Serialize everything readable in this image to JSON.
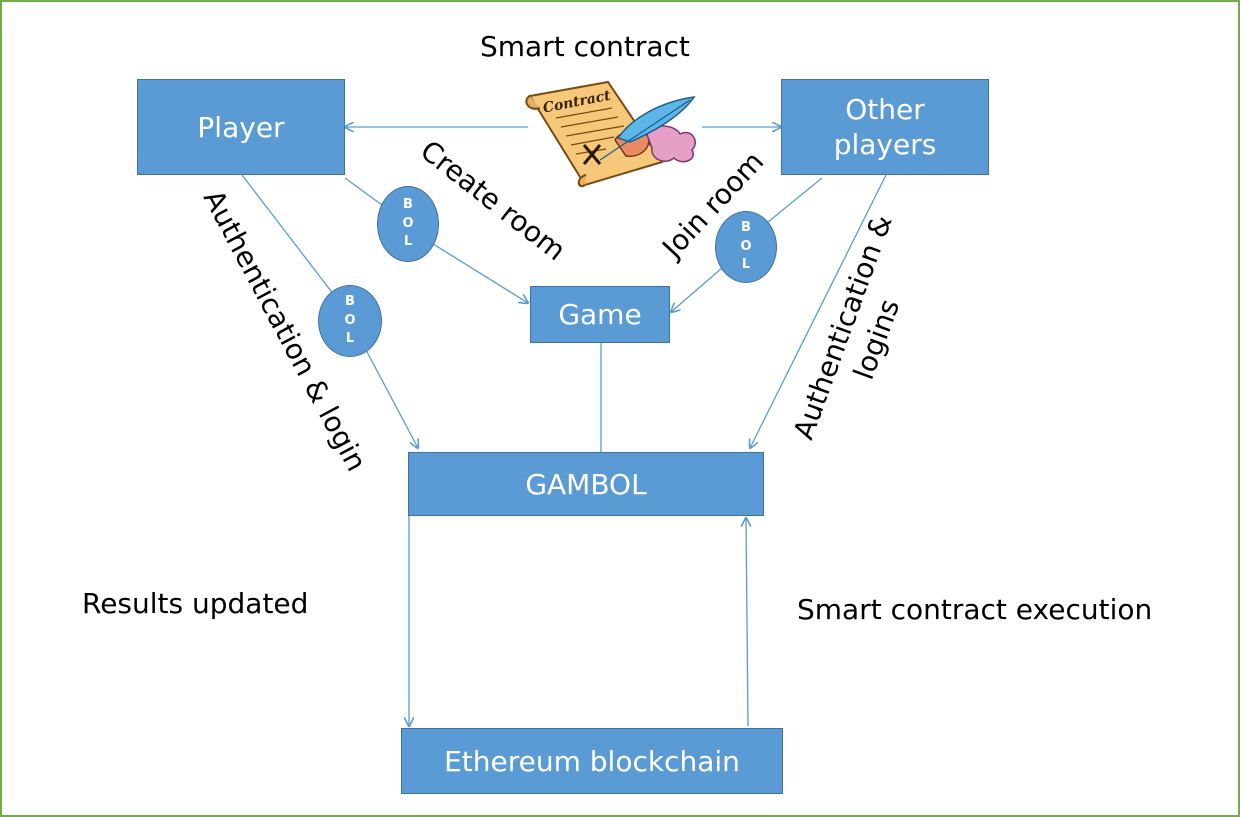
{
  "nodes": {
    "player": "Player",
    "other_players_line1": "Other",
    "other_players_line2": "players",
    "game": "Game",
    "gambol": "GAMBOL",
    "ethereum": "Ethereum blockchain"
  },
  "labels": {
    "smart_contract": "Smart contract",
    "create_room": "Create room",
    "join_room": "Join room",
    "auth_login": "Authentication & login",
    "auth_logins_line1": "Authentication &",
    "auth_logins_line2": "logins",
    "results_updated": "Results updated",
    "smart_contract_execution": "Smart contract execution"
  },
  "contract_image": {
    "icon": "contract-scroll-quill-icon",
    "text": "Contract"
  },
  "bol_token": {
    "letters": [
      "B",
      "O",
      "L"
    ]
  },
  "colors": {
    "box_fill": "#5b9bd5",
    "box_border": "#41719c",
    "edge": "#5b9bd5",
    "frame": "#71ad47"
  }
}
